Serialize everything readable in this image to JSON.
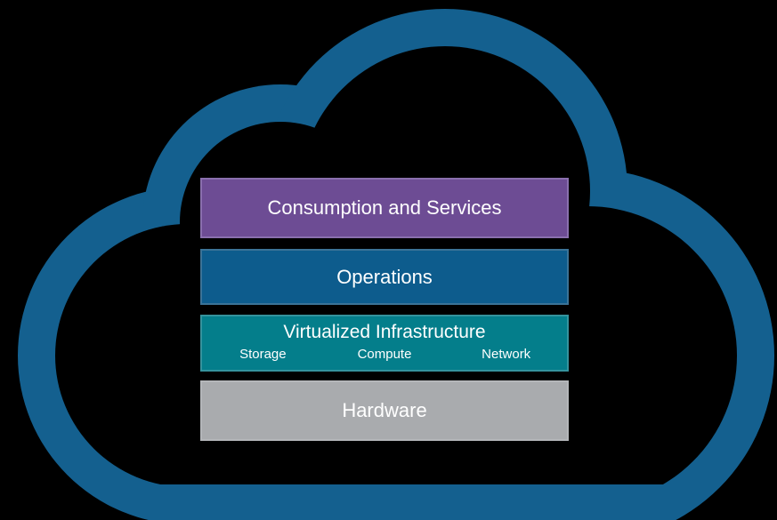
{
  "diagram": {
    "description": "Cloud architecture stack diagram inside a cloud outline",
    "background_color": "#000000",
    "cloud_color": "#14608F",
    "text_color": "#FFFFFF",
    "layers": [
      {
        "id": "consumption-and-services",
        "label": "Consumption and Services",
        "fill": "#6D4C94",
        "border": "#8A6FAE"
      },
      {
        "id": "operations",
        "label": "Operations",
        "fill": "#0D5C8D",
        "border": "#3B7397"
      },
      {
        "id": "virtualized-infrastructure",
        "label": "Virtualized Infrastructure",
        "fill": "#047E8B",
        "border": "#35939D",
        "sublabels": [
          "Storage",
          "Compute",
          "Network"
        ]
      },
      {
        "id": "hardware",
        "label": "Hardware",
        "fill": "#A9ABAE",
        "border": "#B4B6B9"
      }
    ]
  }
}
